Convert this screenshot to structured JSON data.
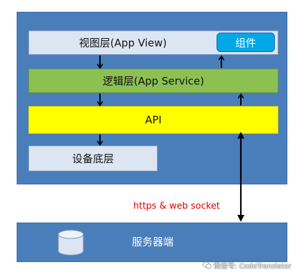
{
  "layers": {
    "view": "视图层(App View)",
    "component": "组件",
    "logic": "逻辑层(App Service)",
    "api": "API",
    "device": "设备底层"
  },
  "connection": {
    "protocol": "https & web socket"
  },
  "server": {
    "label": "服务器端",
    "icon": "database-icon"
  },
  "watermark": {
    "text": "微信号: CodeTranslator",
    "icon": "wechat-icon"
  },
  "colors": {
    "container": "#4a7ebb",
    "view_layer": "#dce6f2",
    "component": "#00a8e8",
    "logic_layer": "#8cc152",
    "api_layer": "#ffff00",
    "device_layer": "#dce6f2",
    "protocol_text": "#e00000"
  }
}
